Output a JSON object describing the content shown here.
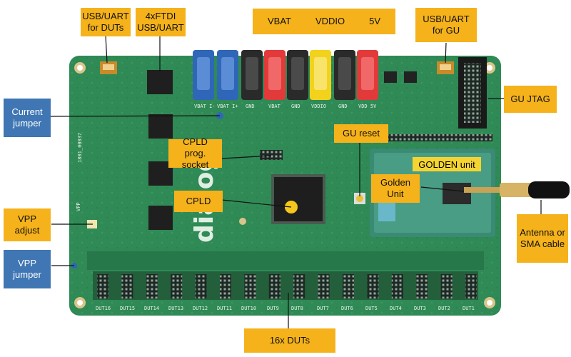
{
  "callouts": {
    "usb_uart_duts": "USB/UART\nfor DUTs",
    "ftdi": "4xFTDI\nUSB/UART",
    "vbat": "VBAT",
    "vddio": "VDDIO",
    "v5": "5V",
    "usb_uart_gu": "USB/UART\nfor GU",
    "current_jumper": "Current\njumper",
    "gu_jtag": "GU JTAG",
    "gu_reset": "GU reset",
    "cpld_prog_socket": "CPLD prog.\nsocket",
    "golden_unit": "Golden\nUnit",
    "cpld": "CPLD",
    "vpp_adjust": "VPP\nadjust",
    "vpp_jumper": "VPP\njumper",
    "antenna": "Antenna or\nSMA cable",
    "duts": "16x DUTs"
  },
  "board": {
    "golden_label": "GOLDEN unit",
    "brand": "dialog",
    "connector_labels": [
      "VBAT I-",
      "VBAT I+",
      "GND",
      "VBAT",
      "GND",
      "VDDIO",
      "GND",
      "VDD 5V"
    ],
    "dut_labels": [
      "DUT16",
      "DUT15",
      "DUT14",
      "DUT13",
      "DUT12",
      "DUT11",
      "DUT10",
      "DUT9",
      "DUT8",
      "DUT7",
      "DUT6",
      "DUT5",
      "DUT4",
      "DUT3",
      "DUT2",
      "DUT1"
    ],
    "serial_text": "1801_00037",
    "vpp_text": "VPP"
  },
  "colors": {
    "pcb": "#2f8a55",
    "orange_callout": "#f5b21b",
    "blue_callout": "#3f76b3",
    "banana_blue": "#2f66b8",
    "banana_black": "#2a2a2a",
    "banana_red": "#e23a3a",
    "banana_yellow": "#f2d21c"
  },
  "icons": [
    "banana-connector",
    "usb-connector",
    "jtag-header",
    "antenna",
    "chip"
  ]
}
